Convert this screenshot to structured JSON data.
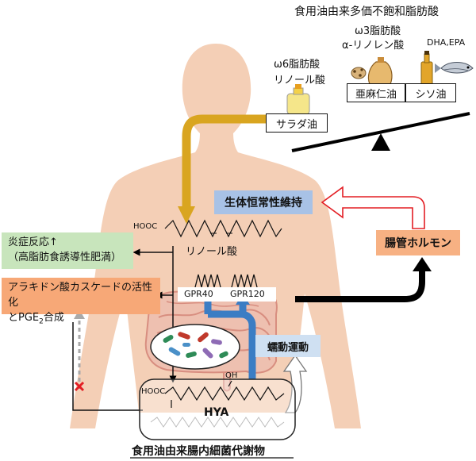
{
  "title": "食用油由来多価不飽和脂肪酸",
  "omega6": {
    "heading": "ω6脂肪酸",
    "compound": "リノール酸",
    "oil": "サラダ油"
  },
  "omega3": {
    "heading": "ω3脂肪酸",
    "compound": "α-リノレン酸",
    "fish_compound": "DHA,EPA",
    "oil_flax": "亜麻仁油",
    "oil_perilla": "シソ油"
  },
  "homeostasis_label": "生体恒常性維持",
  "gut_hormone_label": "腸管ホルモン",
  "inflammation": {
    "line1": "炎症反応↑",
    "line2": "（高脂肪食誘導性肥満）"
  },
  "arachidonic": {
    "line1": "アラキドン酸カスケードの活性化",
    "line2_prefix": "とPGE",
    "line2_sub": "2",
    "line2_suffix": "合成"
  },
  "linoleic_label": "リノール酸",
  "hooc": "HOOC",
  "receptors": {
    "gpr40": "GPR40",
    "gpr120": "GPR120"
  },
  "peristalsis_label": "蠕動運動",
  "oh": "OH",
  "hya": "HYA",
  "footer": "食用油由来腸内細菌代謝物",
  "colors": {
    "skin": "#f4cfb6",
    "gold_arrow": "#d9a520",
    "blue_arrow": "#3b7dc4",
    "red_arrow": "#e31e24",
    "homeostasis_bg": "#a8c2e6",
    "gut_hormone_bg": "#f7b183",
    "inflammation_bg": "#c8e5bc",
    "arachidonic_bg": "#f7a877",
    "peristalsis_bg": "#cfe0f2"
  }
}
